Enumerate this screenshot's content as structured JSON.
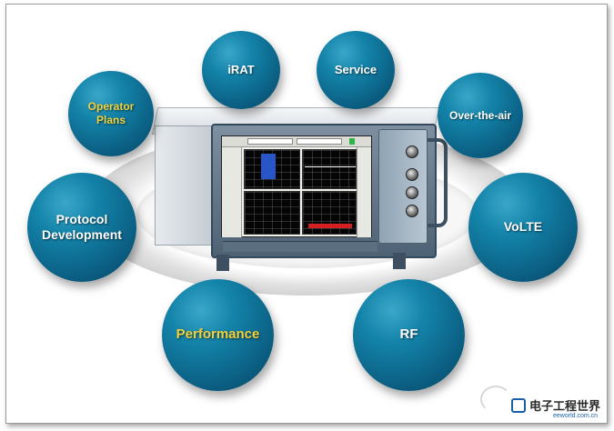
{
  "bubbles": {
    "irat": "iRAT",
    "service": "Service",
    "operator_plans_line1": "Operator",
    "operator_plans_line2": "Plans",
    "over_the_air": "Over-the-air",
    "protocol_line1": "Protocol",
    "protocol_line2": "Development",
    "volte": "VoLTE",
    "performance": "Performance",
    "rf": "RF"
  },
  "colors": {
    "bubble": "#0e6f96",
    "label": "#ffffff",
    "performance_label": "#f2d13a"
  },
  "watermark": {
    "name": "电子工程世界",
    "url": "eeworld.com.cn"
  }
}
